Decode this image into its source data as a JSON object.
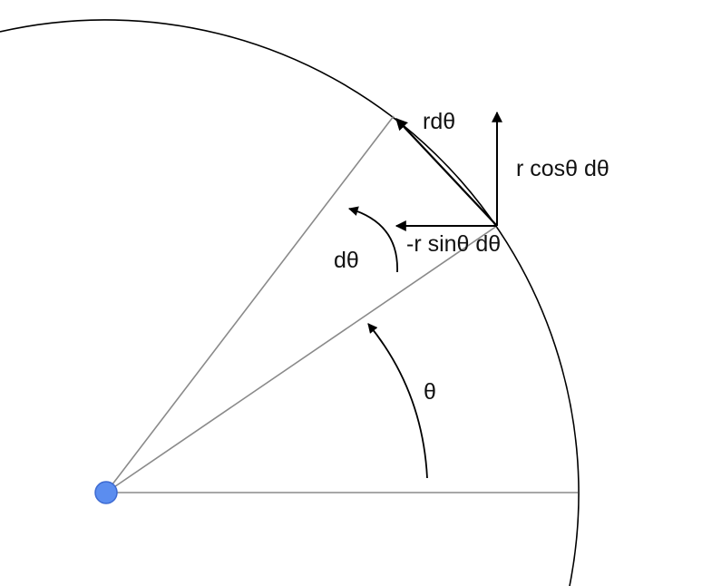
{
  "labels": {
    "rdtheta": "rdθ",
    "rcos": "r cosθ dθ",
    "rsin": "-r sinθ dθ",
    "dtheta": "dθ",
    "theta": "θ"
  },
  "colors": {
    "stroke": "#000000",
    "radius_line": "#8a8a8a",
    "origin_fill": "#5b8def",
    "origin_stroke": "#3d6ad1"
  }
}
